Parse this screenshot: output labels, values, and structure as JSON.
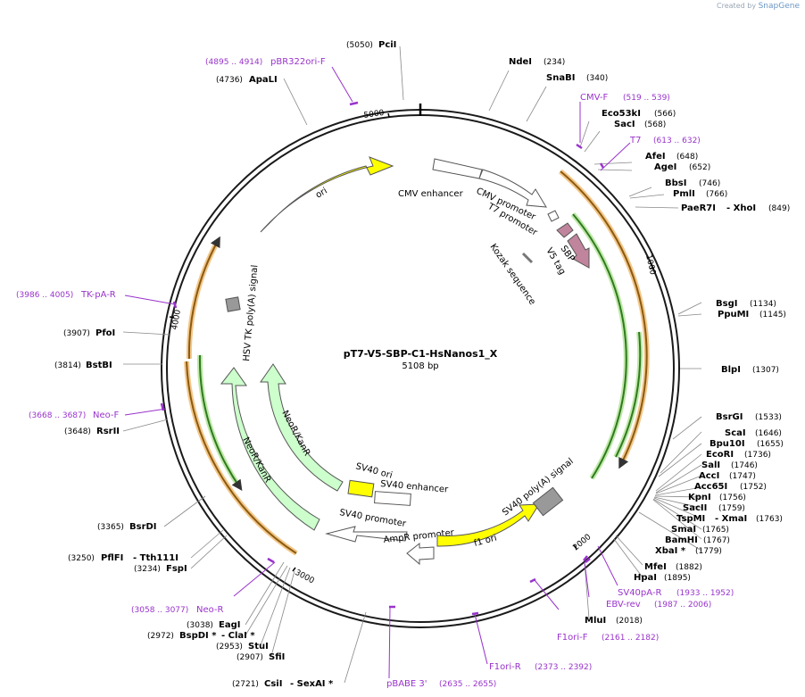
{
  "header": {
    "watermark_prefix": "Created by",
    "watermark_brand": "SnapGene"
  },
  "title": {
    "name": "pT7-V5-SBP-C1-HsNanos1_X",
    "length": "5108 bp"
  },
  "colors": {
    "ori": "#ffff00",
    "resistance": "#ccffcc",
    "feature_outline": "#555555",
    "primer": "#9933cc",
    "tag": "#c0859c",
    "orf_arc": "#f5a742",
    "orf_inner": "#66b43c",
    "terminator": "#999999"
  },
  "ticks": [
    "1000",
    "2000",
    "3000",
    "4000",
    "5000"
  ],
  "enzymes_right": [
    {
      "name": "NdeI",
      "pos": "(234)"
    },
    {
      "name": "SnaBI",
      "pos": "(340)"
    },
    {
      "name": "Eco53kI",
      "pos": "(566)"
    },
    {
      "name": "SacI",
      "pos": "(568)"
    },
    {
      "name": "AfeI",
      "pos": "(648)"
    },
    {
      "name": "AgeI",
      "pos": "(652)"
    },
    {
      "name": "BbsI",
      "pos": "(746)"
    },
    {
      "name": "PmlI",
      "pos": "(766)"
    },
    {
      "name": "PaeR7I",
      "name2": "- XhoI",
      "pos": "(849)"
    },
    {
      "name": "BsgI",
      "pos": "(1134)"
    },
    {
      "name": "PpuMI",
      "pos": "(1145)"
    },
    {
      "name": "BlpI",
      "pos": "(1307)"
    },
    {
      "name": "BsrGI",
      "pos": "(1533)"
    },
    {
      "name": "ScaI",
      "pos": "(1646)"
    },
    {
      "name": "Bpu10I",
      "pos": "(1655)"
    },
    {
      "name": "EcoRI",
      "pos": "(1736)"
    },
    {
      "name": "SalI",
      "pos": "(1746)"
    },
    {
      "name": "AccI",
      "pos": "(1747)"
    },
    {
      "name": "Acc65I",
      "pos": "(1752)"
    },
    {
      "name": "KpnI",
      "pos": "(1756)"
    },
    {
      "name": "SacII",
      "pos": "(1759)"
    },
    {
      "name": "TspMI",
      "name2": "- XmaI",
      "pos": "(1763)"
    },
    {
      "name": "SmaI",
      "pos": "(1765)"
    },
    {
      "name": "BamHI",
      "pos": "(1767)"
    },
    {
      "name": "XbaI *",
      "pos": "(1779)"
    },
    {
      "name": "MfeI",
      "pos": "(1882)"
    },
    {
      "name": "HpaI",
      "pos": "(1895)"
    },
    {
      "name": "MluI",
      "pos": "(2018)"
    }
  ],
  "enzymes_left": [
    {
      "name": "PciI",
      "pos": "(5050)"
    },
    {
      "name": "ApaLI",
      "pos": "(4736)"
    },
    {
      "name": "PfoI",
      "pos": "(3907)"
    },
    {
      "name": "BstBI",
      "pos": "(3814)"
    },
    {
      "name": "RsrII",
      "pos": "(3648)"
    },
    {
      "name": "BsrDI",
      "pos": "(3365)"
    },
    {
      "name": "PflFI",
      "name2": "- Tth111I",
      "pos": "(3250)"
    },
    {
      "name": "FspI",
      "pos": "(3234)"
    },
    {
      "name": "EagI",
      "pos": "(3038)"
    },
    {
      "name": "BspDI *",
      "name2": "- ClaI *",
      "pos": "(2972)"
    },
    {
      "name": "StuI",
      "pos": "(2953)"
    },
    {
      "name": "SfiI",
      "pos": "(2907)"
    },
    {
      "name": "CsiI",
      "name2": "- SexAI *",
      "pos": "(2721)"
    }
  ],
  "primers": [
    {
      "name": "pBR322ori-F",
      "range": "(4895 .. 4914)"
    },
    {
      "name": "CMV-F",
      "range": "(519 .. 539)"
    },
    {
      "name": "T7",
      "range": "(613 .. 632)"
    },
    {
      "name": "TK-pA-R",
      "range": "(3986 .. 4005)"
    },
    {
      "name": "Neo-F",
      "range": "(3668 .. 3687)"
    },
    {
      "name": "Neo-R",
      "range": "(3058 .. 3077)"
    },
    {
      "name": "pBABE 3'",
      "range": "(2635 .. 2655)"
    },
    {
      "name": "F1ori-R",
      "range": "(2373 .. 2392)"
    },
    {
      "name": "F1ori-F",
      "range": "(2161 .. 2182)"
    },
    {
      "name": "EBV-rev",
      "range": "(1987 .. 2006)"
    },
    {
      "name": "SV40pA-R",
      "range": "(1933 .. 1952)"
    }
  ],
  "features": {
    "ori": "ori",
    "cmv_enhancer": "CMV enhancer",
    "cmv_promoter": "CMV promoter",
    "t7_promoter": "T7 promoter",
    "sbp": "SBP",
    "v5_tag": "V5 tag",
    "kozak": "Kozak sequence",
    "hsv_tk": "HSV TK poly(A) signal",
    "neor_outer": "NeoR/KanR",
    "neor_inner": "NeoR/KanR",
    "sv40_ori": "SV40 ori",
    "sv40_enhancer": "SV40 enhancer",
    "sv40_promoter": "SV40 promoter",
    "ampr_promoter": "AmpR promoter",
    "f1_ori": "f1 ori",
    "sv40_polya": "SV40 poly(A) signal"
  }
}
